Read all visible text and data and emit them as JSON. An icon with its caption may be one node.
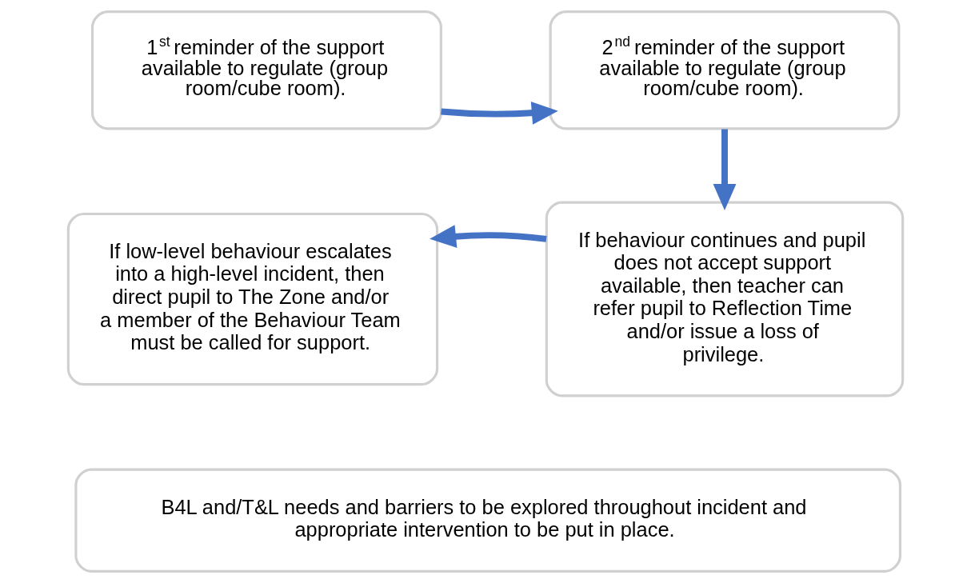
{
  "diagram": {
    "nodes": [
      {
        "text": [
          "1$^{st}$ reminder of the support available to regulate (group room/cube room)."
        ]
      },
      {
        "text": [
          "2$^{nd}$ reminder of the support available to regulate (group room/cube room)."
        ]
      },
      {
        "text": [
          "If behaviour continues and pupil does not accept support available, then teacher can refer pupil to Reflection Time and/or issue a loss of privilege."
        ]
      },
      {
        "text": [
          "If low-level behaviour escalates into a high-level incident, then direct pupil to The Zone and/or a member of the Behaviour Team must be called for support."
        ]
      },
      {
        "text": [
          "B4L and/T&L needs and barriers to be explored throughout incident and appropriate intervention to be put in place."
        ]
      }
    ],
    "edges": [
      {
        "from": 0,
        "to": 1,
        "arrow": "to"
      },
      {
        "from": 1,
        "to": 2,
        "arrow": "to"
      },
      {
        "from": 2,
        "to": 3,
        "arrow": "to"
      }
    ]
  }
}
